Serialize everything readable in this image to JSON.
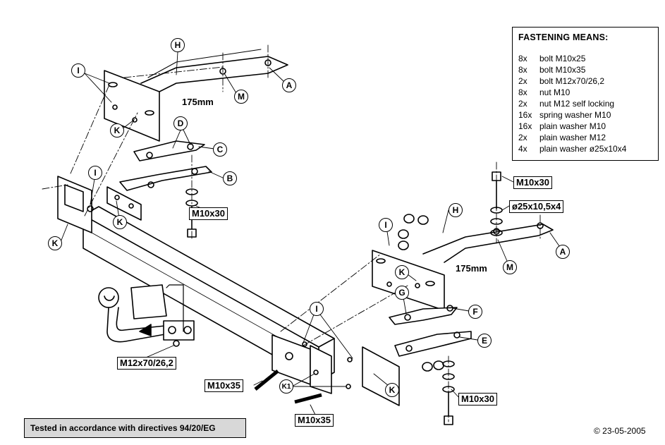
{
  "fastening": {
    "title": "FASTENING MEANS:",
    "items": [
      {
        "qty": "8x",
        "desc": "bolt M10x25"
      },
      {
        "qty": "8x",
        "desc": "bolt M10x35"
      },
      {
        "qty": "2x",
        "desc": "bolt M12x70/26,2"
      },
      {
        "qty": "8x",
        "desc": "nut M10"
      },
      {
        "qty": "2x",
        "desc": "nut M12 self locking"
      },
      {
        "qty": "16x",
        "desc": "spring washer M10"
      },
      {
        "qty": "16x",
        "desc": "plain washer M10"
      },
      {
        "qty": "2x",
        "desc": "plain washer M12"
      },
      {
        "qty": "4x",
        "desc": "plain washer ø25x10x4"
      }
    ]
  },
  "labels": {
    "m10x30_left": "M10x30",
    "m10x30_right_top": "M10x30",
    "m10x30_right_bottom": "M10x30",
    "washer_25": "ø25x10,5x4",
    "m12x70": "M12x70/26,2",
    "m10x35_left": "M10x35",
    "m10x35_bottom": "M10x35",
    "dim_175_left": "175mm",
    "dim_175_right": "175mm"
  },
  "callouts": {
    "H1": "H",
    "I1": "I",
    "M1": "M",
    "A1": "A",
    "K1": "K",
    "D": "D",
    "C": "C",
    "I2": "I",
    "B": "B",
    "K2": "K",
    "K3": "K",
    "H2": "H",
    "I3": "I",
    "A2": "A",
    "M2": "M",
    "K4": "K",
    "G": "G",
    "F": "F",
    "I4": "I",
    "E": "E",
    "K5": "K",
    "K1b": "K1"
  },
  "footer": {
    "note": "Tested in accordance with directives 94/20/EG",
    "copyright": "© 23-05-2005"
  }
}
